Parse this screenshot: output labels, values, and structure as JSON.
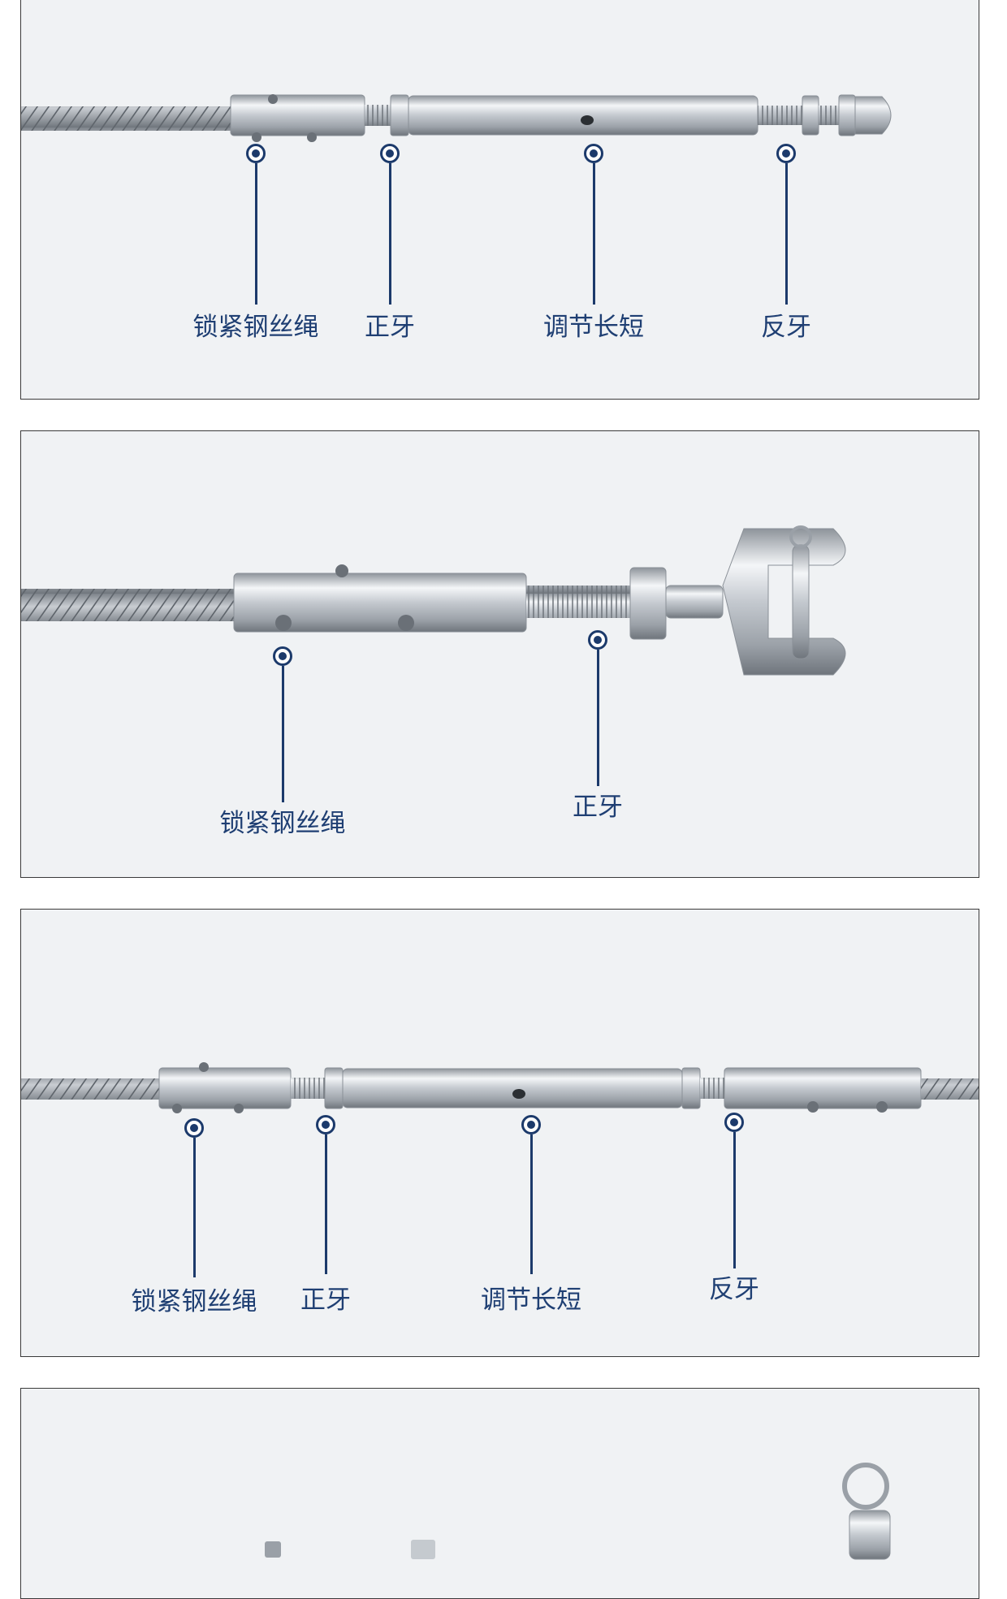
{
  "panels": [
    {
      "callouts": [
        {
          "label": "锁紧钢丝绳"
        },
        {
          "label": "正牙"
        },
        {
          "label": "调节长短"
        },
        {
          "label": "反牙"
        }
      ]
    },
    {
      "callouts": [
        {
          "label": "锁紧钢丝绳"
        },
        {
          "label": "正牙"
        }
      ]
    },
    {
      "callouts": [
        {
          "label": "锁紧钢丝绳"
        },
        {
          "label": "正牙"
        },
        {
          "label": "调节长短"
        },
        {
          "label": "反牙"
        }
      ]
    }
  ],
  "colors": {
    "callout": "#1c3a6b",
    "label": "#1f3f73",
    "panel_border": "#3a3a3a",
    "panel_background": "#f0f2f4"
  }
}
